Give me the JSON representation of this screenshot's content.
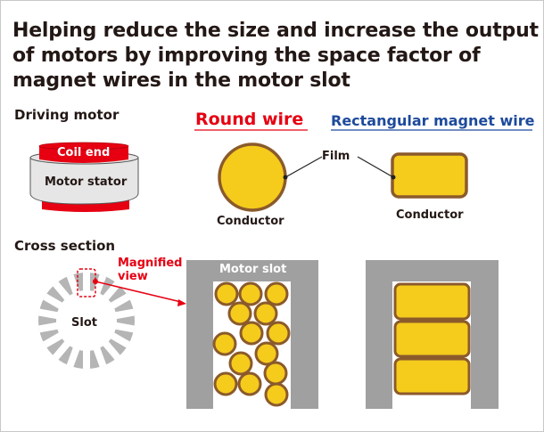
{
  "title": "Helping reduce the size and increase the output of motors by improving the space factor of magnet wires in the motor slot",
  "driving_motor": {
    "heading": "Driving motor",
    "coil_end_label": "Coil end",
    "stator_label": "Motor stator"
  },
  "round_wire": {
    "heading": "Round wire",
    "conductor_label": "Conductor"
  },
  "rect_wire": {
    "heading": "Rectangular magnet wire",
    "conductor_label": "Conductor"
  },
  "film_label": "Film",
  "cross_section": {
    "heading": "Cross section",
    "magnified_label_line1": "Magnified",
    "magnified_label_line2": "view",
    "slot_label": "Slot",
    "motor_slot_label": "Motor slot"
  },
  "colors": {
    "red": "#e60012",
    "blue": "#1d4a9c",
    "conductor": "#f5cb1c",
    "film": "#8b5a2b",
    "gray": "#a0a0a0",
    "stator": "#e6e6e6",
    "text": "#231815"
  }
}
